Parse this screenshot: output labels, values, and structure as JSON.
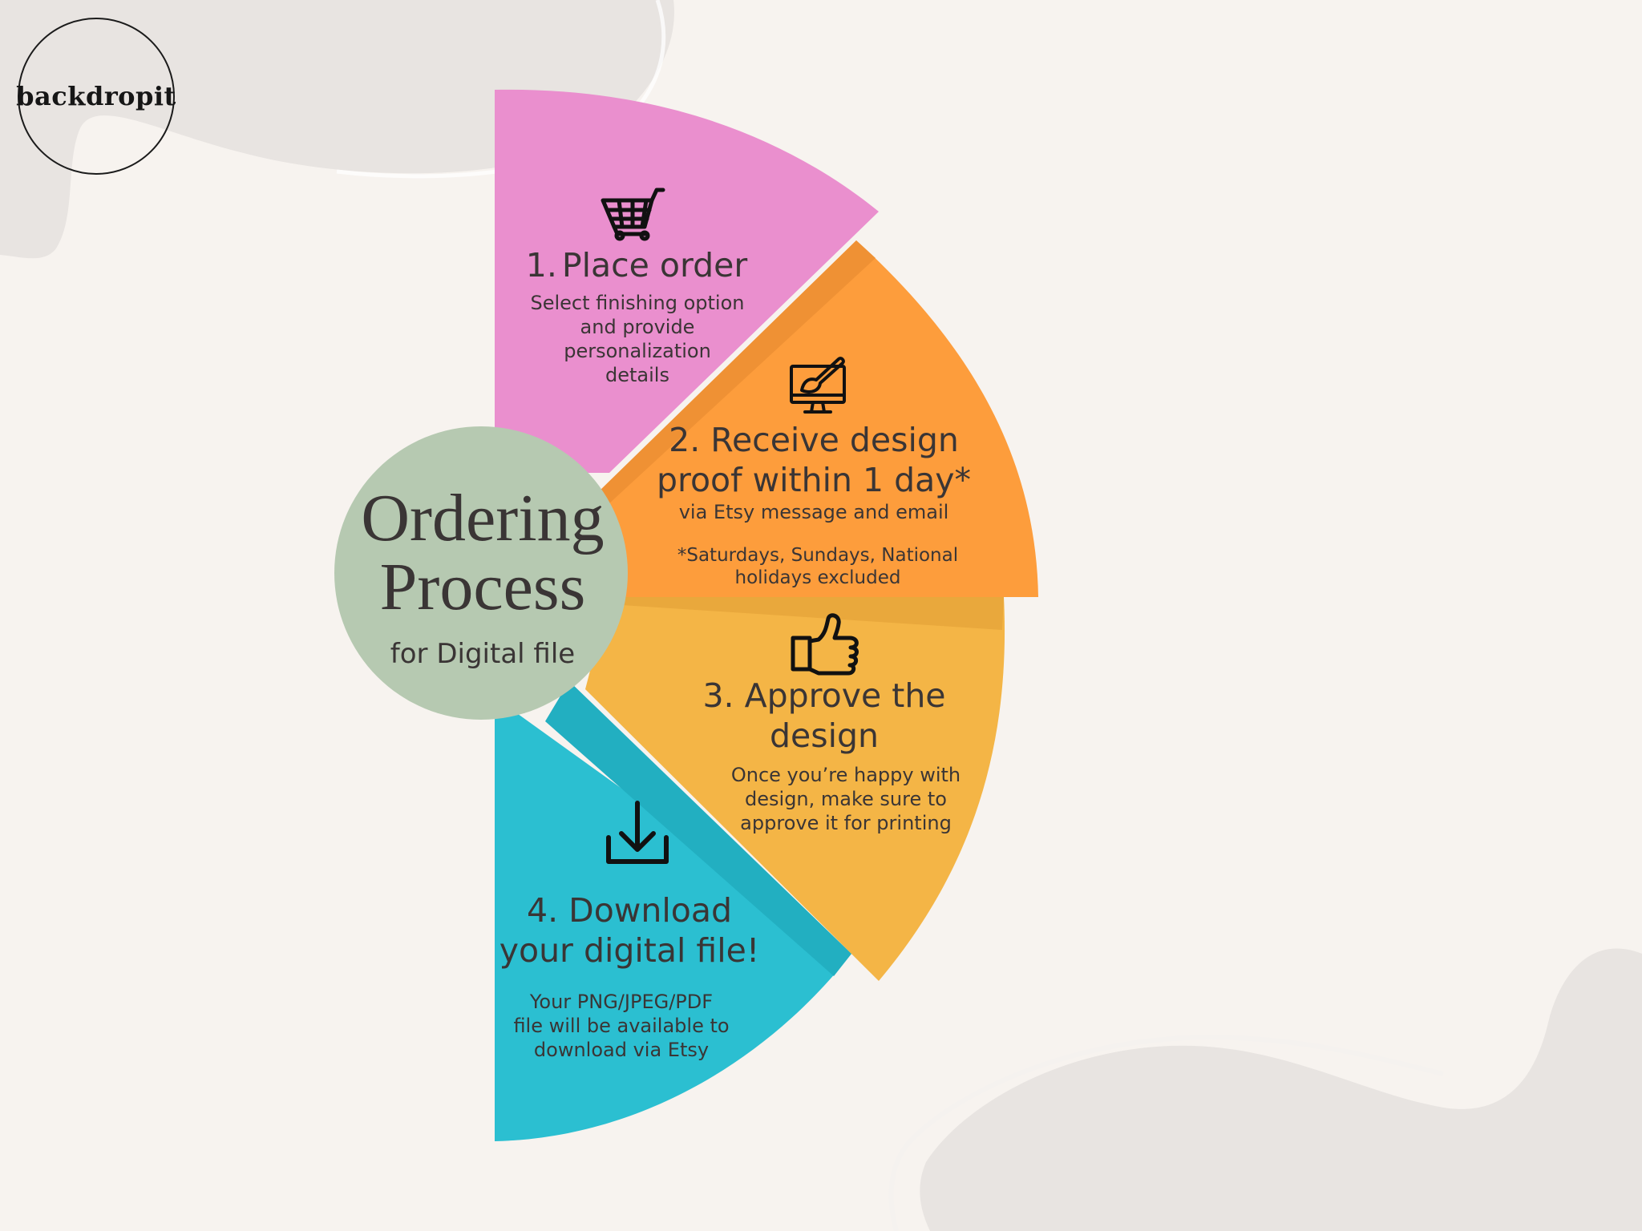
{
  "logo": {
    "text": "backdropit"
  },
  "center": {
    "title_line1": "Ordering",
    "title_line2": "Process",
    "subtitle": "for Digital file"
  },
  "steps": [
    {
      "number": "1.",
      "title": "Place order",
      "icon": "shopping-cart-icon",
      "color": "#ea8fce",
      "desc_lines": [
        "Select finishing option",
        "and provide",
        "personalization",
        "details"
      ]
    },
    {
      "title_lines": [
        "2. Receive design",
        "proof within 1 day*"
      ],
      "icon": "monitor-brush-icon",
      "color": "#fd9d3c",
      "desc": "via Etsy message and email",
      "note_lines": [
        "*Saturdays, Sundays, National",
        "holidays excluded"
      ]
    },
    {
      "title_lines": [
        "3. Approve the",
        "design"
      ],
      "icon": "thumbs-up-icon",
      "color": "#f4b546",
      "desc_lines": [
        "Once you’re happy with",
        "design, make sure to",
        "approve it for printing"
      ]
    },
    {
      "title_lines": [
        "4. Download",
        "your digital file!"
      ],
      "icon": "download-icon",
      "color": "#2bbfd1",
      "desc_lines": [
        "Your PNG/JPEG/PDF",
        "file will be available to",
        "download via Etsy"
      ]
    }
  ],
  "colors": {
    "background": "#f7f3ef",
    "blob": "#e8e4e1",
    "center_circle": "#b6c9b1",
    "text": "#3a3535"
  }
}
